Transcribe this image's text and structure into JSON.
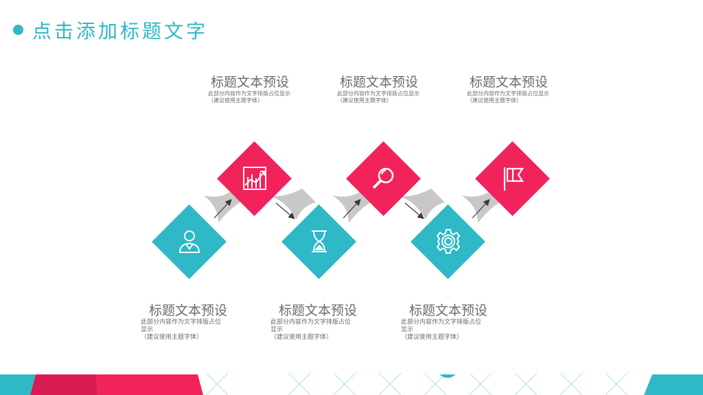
{
  "header": {
    "title": "点击添加标题文字"
  },
  "steps": [
    {
      "title": "标题文本预设",
      "desc_line1": "此部分内容作为文字排版占位",
      "desc_line2": "显示",
      "desc_line3": "（建议使用主题字体）",
      "icon": "user-icon"
    },
    {
      "title": "标题文本预设",
      "desc_line1": "此部分内容作为文字排版占位显示",
      "desc_line2": "（建议使用主题字体）",
      "icon": "growth-chart-icon"
    },
    {
      "title": "标题文本预设",
      "desc_line1": "此部分内容作为文字排版占位",
      "desc_line2": "显示",
      "desc_line3": "（建议使用主题字体）",
      "icon": "hourglass-icon"
    },
    {
      "title": "标题文本预设",
      "desc_line1": "此部分内容作为文字排版占位显示",
      "desc_line2": "（建议使用主题字体）",
      "icon": "magnifier-icon"
    },
    {
      "title": "标题文本预设",
      "desc_line1": "此部分内容作为文字排版占位",
      "desc_line2": "显示",
      "desc_line3": "（建议使用主题字体）",
      "icon": "gear-icon"
    },
    {
      "title": "标题文本预设",
      "desc_line1": "此部分内容作为文字排版占位显示",
      "desc_line2": "（建议使用主题字体）",
      "icon": "flag-icon"
    }
  ],
  "colors": {
    "teal": "#2fb8c6",
    "pink": "#f2225a",
    "connector": "#c8c8c8",
    "text": "#6b6b6b"
  }
}
